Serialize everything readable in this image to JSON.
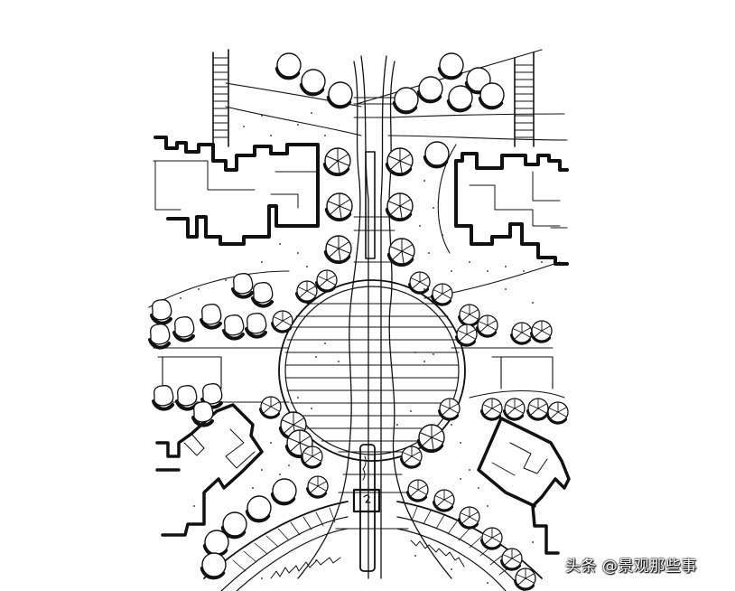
{
  "image": {
    "type": "hand-drawn landscape site plan sketch",
    "description": "Symmetric axial plaza: central circular lawn with horizontal paving lines, a straight axial path with a narrow water rill at top and a rectangular monument/fountain feature at bottom, flanked by rows of plan-view trees, stepped building footprints on both sides, stairs at top-left and top-right, curved hedge arcs at bottom."
  },
  "watermark": {
    "text": "头条 @景观那些事"
  },
  "colors": {
    "ink": "#111111",
    "paper": "#ffffff"
  }
}
